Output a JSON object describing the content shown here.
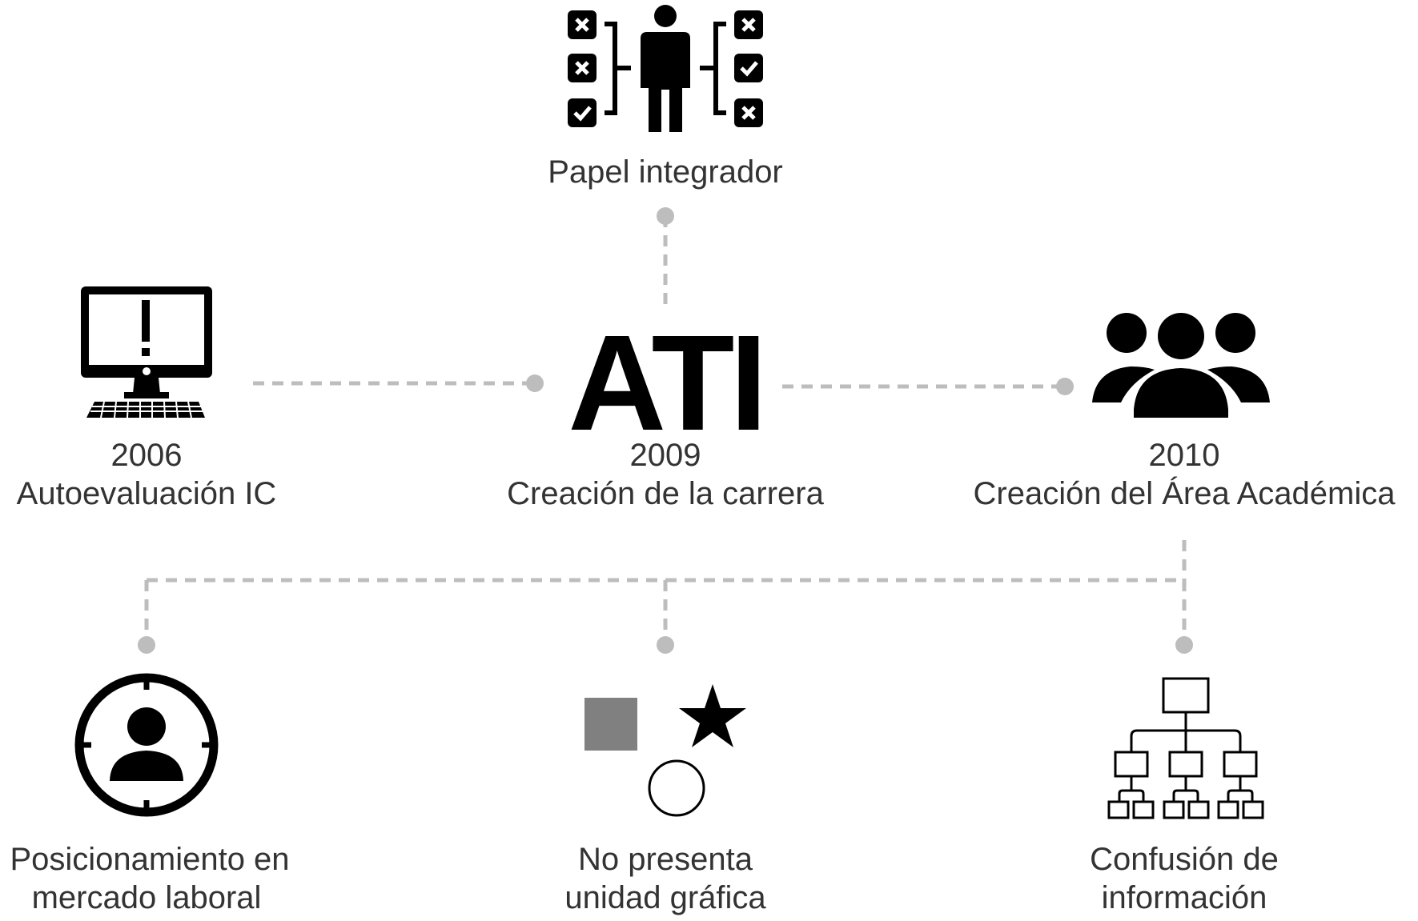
{
  "center": {
    "logo_text": "ATI"
  },
  "nodes": {
    "papel": {
      "label": "Papel integrador"
    },
    "n2006": {
      "year": "2006",
      "label": "Autoevaluación IC"
    },
    "n2009": {
      "year": "2009",
      "label": "Creación de la carrera"
    },
    "n2010": {
      "year": "2010",
      "label": "Creación del Área Académica"
    },
    "posicionamiento": {
      "line1": "Posicionamiento en",
      "line2": "mercado laboral"
    },
    "unidad": {
      "line1": "No presenta",
      "line2": "unidad gráfica"
    },
    "confusion": {
      "line1": "Confusión de",
      "line2": "información"
    }
  },
  "colors": {
    "connector": "#bdbdbd",
    "icon": "#000000",
    "text": "#333333",
    "square": "#808080"
  }
}
